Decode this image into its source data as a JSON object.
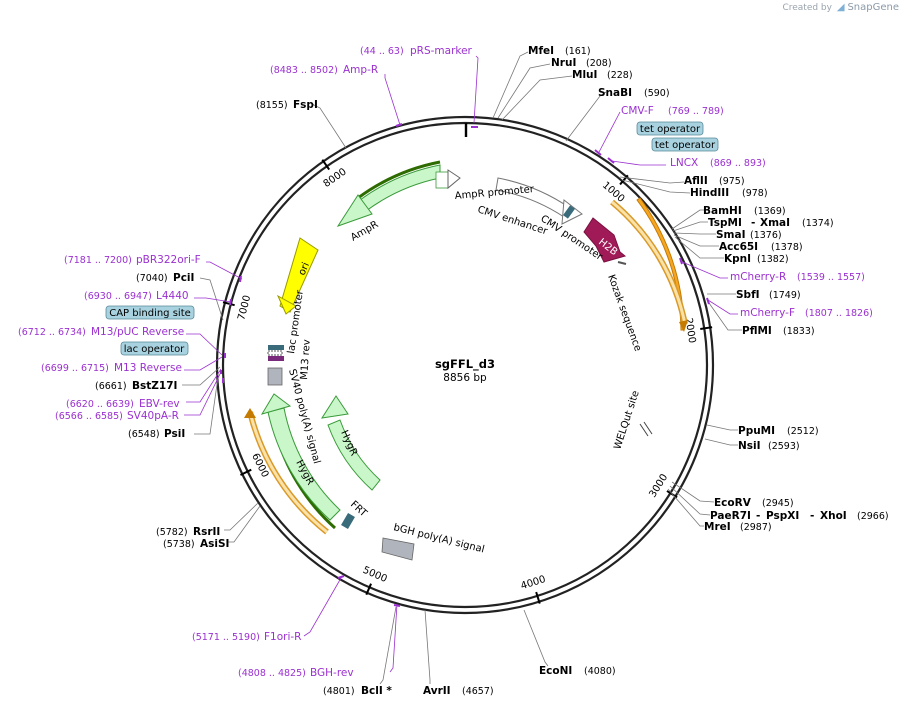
{
  "branding": {
    "created_by": "Created by",
    "logo_name": "SnapGene"
  },
  "plasmid": {
    "name": "sgFFL_d3",
    "length": "8856 bp"
  },
  "ticks": [
    "1000",
    "2000",
    "3000",
    "4000",
    "5000",
    "6000",
    "7000",
    "8000"
  ],
  "enzymes": [
    {
      "name": "MfeI",
      "pos": "(161)"
    },
    {
      "name": "NruI",
      "pos": "(208)"
    },
    {
      "name": "MluI",
      "pos": "(228)"
    },
    {
      "name": "SnaBI",
      "pos": "(590)"
    },
    {
      "name": "AflII",
      "pos": "(975)"
    },
    {
      "name": "HindIII",
      "pos": "(978)"
    },
    {
      "name": "BamHI",
      "pos": "(1369)"
    },
    {
      "name": "TspMI",
      "pos": ""
    },
    {
      "name": "XmaI",
      "pos": "(1374)"
    },
    {
      "name": "SmaI",
      "pos": "(1376)"
    },
    {
      "name": "Acc65I",
      "pos": "(1378)"
    },
    {
      "name": "KpnI",
      "pos": "(1382)"
    },
    {
      "name": "SbfI",
      "pos": "(1749)"
    },
    {
      "name": "PflMI",
      "pos": "(1833)"
    },
    {
      "name": "PpuMI",
      "pos": "(2512)"
    },
    {
      "name": "NsiI",
      "pos": "(2593)"
    },
    {
      "name": "EcoRV",
      "pos": "(2945)"
    },
    {
      "name": "PaeR7I",
      "pos": ""
    },
    {
      "name": "PspXI",
      "pos": ""
    },
    {
      "name": "XhoI",
      "pos": "(2966)"
    },
    {
      "name": "MreI",
      "pos": "(2987)"
    },
    {
      "name": "EcoNI",
      "pos": "(4080)"
    },
    {
      "name": "AvrII",
      "pos": "(4657)"
    },
    {
      "name": "BclI *",
      "pos": "(4801)"
    },
    {
      "name": "RsrII",
      "pos": "(5782)"
    },
    {
      "name": "AsiSI",
      "pos": "(5738)"
    },
    {
      "name": "PsiI",
      "pos": "(6548)"
    },
    {
      "name": "BstZ17I",
      "pos": "(6661)"
    },
    {
      "name": "PciI",
      "pos": "(7040)"
    },
    {
      "name": "FspI",
      "pos": "(8155)"
    }
  ],
  "primers": [
    {
      "name": "pRS-marker",
      "pos": "(44 .. 63)"
    },
    {
      "name": "Amp-R",
      "pos": "(8483 .. 8502)"
    },
    {
      "name": "CMV-F",
      "pos": "(769 .. 789)"
    },
    {
      "name": "LNCX",
      "pos": "(869 .. 893)"
    },
    {
      "name": "mCherry-R",
      "pos": "(1539 .. 1557)"
    },
    {
      "name": "mCherry-F",
      "pos": "(1807 .. 1826)"
    },
    {
      "name": "pBR322ori-F",
      "pos": "(7181 .. 7200)"
    },
    {
      "name": "L4440",
      "pos": "(6930 .. 6947)"
    },
    {
      "name": "M13/pUC Reverse",
      "pos": "(6712 .. 6734)"
    },
    {
      "name": "M13 Reverse",
      "pos": "(6699 .. 6715)"
    },
    {
      "name": "EBV-rev",
      "pos": "(6620 .. 6639)"
    },
    {
      "name": "SV40pA-R",
      "pos": "(6566 .. 6585)"
    },
    {
      "name": "F1ori-R",
      "pos": "(5171 .. 5190)"
    },
    {
      "name": "BGH-rev",
      "pos": "(4808 .. 4825)"
    }
  ],
  "boxed_labels": {
    "tet_op_1": "tet operator",
    "tet_op_2": "tet operator",
    "cap": "CAP binding site",
    "lac_op": "lac operator"
  },
  "features": {
    "ampr_promoter": "AmpR promoter",
    "cmv_enhancer": "CMV enhancer",
    "cmv_promoter": "CMV promoter",
    "ampr": "AmpR",
    "ori": "ori",
    "h2b": "H2B",
    "kozak": "Kozak sequence",
    "lac_promoter": "lac promoter",
    "m13_rev": "M13 rev",
    "sv40": "SV40 poly(A) signal",
    "hygr_inner": "HygR",
    "hygr_outer": "HygR",
    "frt": "FRT",
    "bgh": "bGH poly(A) signal",
    "welqut": "WELQut site"
  },
  "colors": {
    "primer": "#9b30d0",
    "feature_green": "#c9f7c9",
    "feature_green_stroke": "#3a9a3a",
    "orf_orange": "#f5a623",
    "h2b": "#a01a58",
    "ori_yellow": "#ffff00",
    "box_blue": "#a8d2df",
    "dark_green": "#2e6b00"
  }
}
